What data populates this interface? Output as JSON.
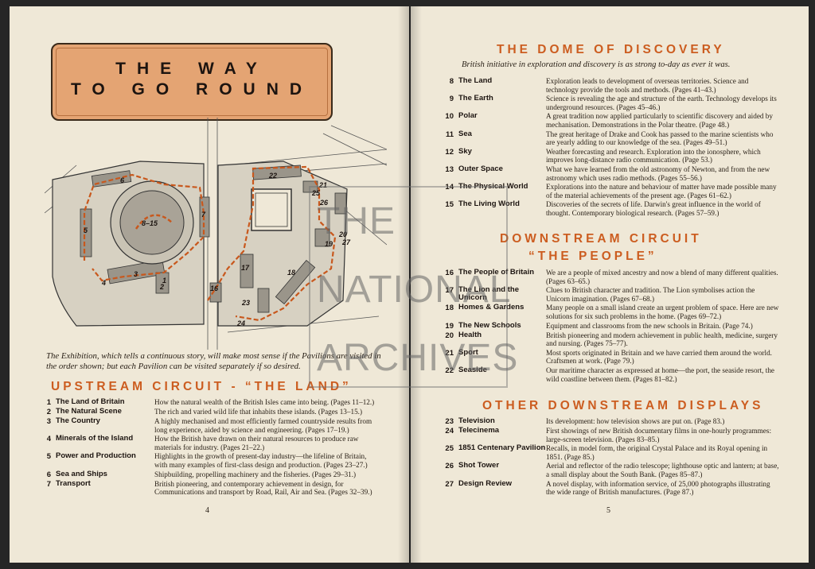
{
  "left": {
    "title_line1": "THE WAY",
    "title_line2": "TO GO ROUND",
    "caption": "The Exhibition, which tells a continuous story, will make most sense if the Pavilions are visited in the order shown; but each Pavilion can be visited separately if so desired.",
    "upstream_heading": "UPSTREAM CIRCUIT - “THE LAND”",
    "upstream_items": [
      {
        "num": "1",
        "name": "The Land of Britain",
        "desc": "How the natural wealth of the British Isles came into being. (Pages 11–12.)"
      },
      {
        "num": "2",
        "name": "The Natural Scene",
        "desc": "The rich and varied wild life that inhabits these islands. (Pages 13–15.)"
      },
      {
        "num": "3",
        "name": "The Country",
        "desc": "A highly mechanised and most efficiently farmed countryside results from long experience, aided by science and engineering. (Pages 17–19.)"
      },
      {
        "num": "4",
        "name": "Minerals of the Island",
        "desc": "How the British have drawn on their natural resources to produce raw materials for industry. (Pages 21–22.)"
      },
      {
        "num": "5",
        "name": "Power and Production",
        "desc": "Highlights in the growth of present-day industry—the lifeline of Britain, with many examples of first-class design and production. (Pages 23–27.)"
      },
      {
        "num": "6",
        "name": "Sea and Ships",
        "desc": "Shipbuilding, propelling machinery and the fisheries. (Pages 29–31.)"
      },
      {
        "num": "7",
        "name": "Transport",
        "desc": "British pioneering, and contemporary achievement in design, for Communications and transport by Road, Rail, Air and Sea. (Pages 32–39.)"
      }
    ],
    "page_number": "4",
    "map_labels": [
      "8–15",
      "1",
      "2",
      "3",
      "4",
      "5",
      "6",
      "7",
      "16",
      "17",
      "18",
      "19",
      "20",
      "21",
      "22",
      "23",
      "24",
      "25",
      "26",
      "27"
    ]
  },
  "right": {
    "dome_heading": "THE DOME OF DISCOVERY",
    "dome_subtitle": "British initiative in exploration and discovery is as strong to-day as ever it was.",
    "dome_items": [
      {
        "num": "8",
        "name": "The Land",
        "desc": "Exploration leads to development of overseas territories. Science and technology provide the tools and methods. (Pages 41–43.)"
      },
      {
        "num": "9",
        "name": "The Earth",
        "desc": "Science is revealing the age and structure of the earth. Technology develops its underground resources. (Pages 45–46.)"
      },
      {
        "num": "10",
        "name": "Polar",
        "desc": "A great tradition now applied particularly to scientific discovery and aided by mechanisation. Demonstrations in the Polar theatre. (Page 48.)"
      },
      {
        "num": "11",
        "name": "Sea",
        "desc": "The great heritage of Drake and Cook has passed to the marine scientists who are yearly adding to our knowledge of the sea. (Pages 49–51.)"
      },
      {
        "num": "12",
        "name": "Sky",
        "desc": "Weather forecasting and research. Exploration into the ionosphere, which improves long-distance radio communication. (Page 53.)"
      },
      {
        "num": "13",
        "name": "Outer Space",
        "desc": "What we have learned from the old astronomy of Newton, and from the new astronomy which uses radio methods. (Pages 55–56.)"
      },
      {
        "num": "14",
        "name": "The Physical World",
        "desc": "Explorations into the nature and behaviour of matter have made possible many of the material achievements of the present age. (Pages 61–62.)"
      },
      {
        "num": "15",
        "name": "The Living World",
        "desc": "Discoveries of the secrets of life. Darwin's great influence in the world of thought. Contemporary biological research. (Pages 57–59.)"
      }
    ],
    "downstream_heading_1": "DOWNSTREAM CIRCUIT",
    "downstream_heading_2": "“THE PEOPLE”",
    "downstream_items": [
      {
        "num": "16",
        "name": "The People of Britain",
        "desc": "We are a people of mixed ancestry and now a blend of many different qualities. (Pages 63–65.)"
      },
      {
        "num": "17",
        "name": "The Lion and the Unicorn",
        "desc": "Clues to British character and tradition. The Lion symbolises action the Unicorn imagination. (Pages 67–68.)"
      },
      {
        "num": "18",
        "name": "Homes & Gardens",
        "desc": "Many people on a small island create an urgent problem of space. Here are new solutions for six such problems in the home. (Pages 69–72.)"
      },
      {
        "num": "19",
        "name": "The New Schools",
        "desc": "Equipment and classrooms from the new schools in Britain. (Page 74.)"
      },
      {
        "num": "20",
        "name": "Health",
        "desc": "British pioneering and modern achievement in public health, medicine, surgery and nursing. (Pages 75–77)."
      },
      {
        "num": "21",
        "name": "Sport",
        "desc": "Most sports originated in Britain and we have carried them around the world. Craftsmen at work. (Page 79.)"
      },
      {
        "num": "22",
        "name": "Seaside",
        "desc": "Our maritime character as expressed at home—the port, the seaside resort, the wild coastline between them. (Pages 81–82.)"
      }
    ],
    "other_heading": "OTHER DOWNSTREAM DISPLAYS",
    "other_items": [
      {
        "num": "23",
        "name": "Television",
        "desc": "Its development: how television shows are put on. (Page 83.)"
      },
      {
        "num": "24",
        "name": "Telecinema",
        "desc": "First showings of new British documentary films in one-hourly programmes: large-screen television. (Pages 83–85.)"
      },
      {
        "num": "25",
        "name": "1851 Centenary Pavilion",
        "desc": "Recalls, in model form, the original Crystal Palace and its Royal opening in 1851. (Page 85.)"
      },
      {
        "num": "26",
        "name": "Shot Tower",
        "desc": "Aerial and reflector of the radio telescope; lighthouse optic and lantern; at base, a small display about the South Bank. (Pages 85–87.)"
      },
      {
        "num": "27",
        "name": "Design Review",
        "desc": "A novel display, with information service, of 25,000 photographs illustrating the wide range of British manufactures. (Page 87.)"
      }
    ],
    "page_number": "5"
  },
  "watermark": {
    "line1": "THE",
    "line2": "NATIONAL",
    "line3": "ARCHIVES"
  }
}
